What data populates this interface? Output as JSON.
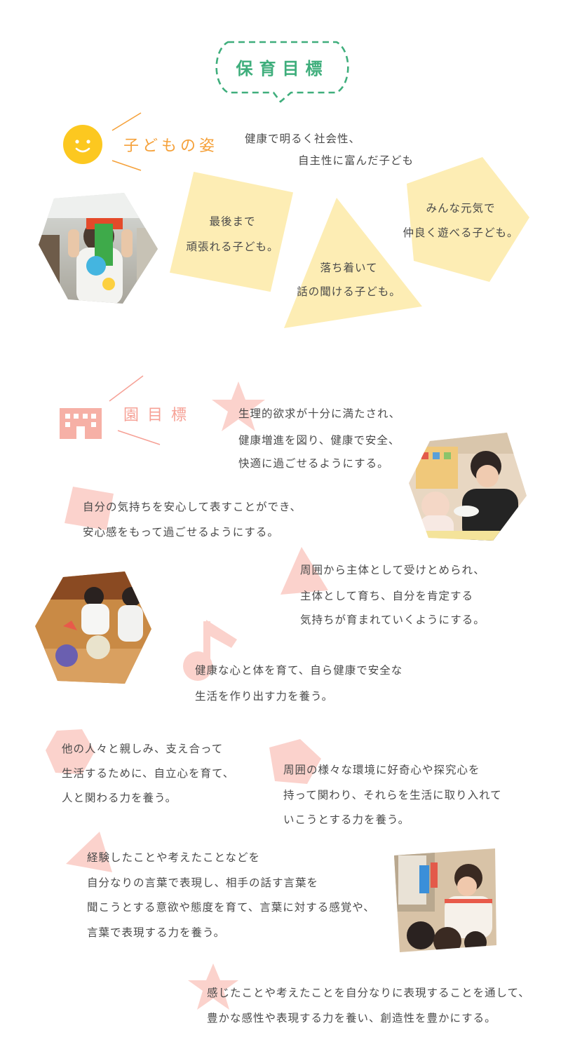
{
  "header": {
    "title": "保育目標"
  },
  "children_section": {
    "heading": "子どもの姿",
    "intro": [
      "健康で明るく社会性、",
      "自主性に富んだ子ども"
    ],
    "shapes": [
      {
        "lines": [
          "最後まで",
          "頑張れる子ども。"
        ]
      },
      {
        "lines": [
          "落ち着いて",
          "話の聞ける子ども。"
        ]
      },
      {
        "lines": [
          "みんな元気で",
          "仲良く遊べる子ども。"
        ]
      }
    ]
  },
  "goals_section": {
    "heading": "園目標",
    "goals": [
      {
        "lines": [
          "生理的欲求が十分に満たされ、",
          "健康増進を図り、健康で安全、",
          "快適に過ごせるようにする。"
        ]
      },
      {
        "lines": [
          "自分の気持ちを安心して表すことができ、",
          "安心感をもって過ごせるようにする。"
        ]
      },
      {
        "lines": [
          "周囲から主体として受けとめられ、",
          "主体として育ち、自分を肯定する",
          "気持ちが育まれていくようにする。"
        ]
      },
      {
        "lines": [
          "健康な心と体を育て、自ら健康で安全な",
          "生活を作り出す力を養う。"
        ]
      },
      {
        "lines": [
          "他の人々と親しみ、支え合って",
          "生活するために、自立心を育て、",
          "人と関わる力を養う。"
        ]
      },
      {
        "lines": [
          "周囲の様々な環境に好奇心や探究心を",
          "持って関わり、それらを生活に取り入れて",
          "いこうとする力を養う。"
        ]
      },
      {
        "lines": [
          "経験したことや考えたことなどを",
          "自分なりの言葉で表現し、相手の話す言葉を",
          "聞こうとする意欲や態度を育て、言葉に対する感覚や、",
          "言葉で表現する力を養う。"
        ]
      },
      {
        "lines": [
          "感じたことや考えたことを自分なりに表現することを通して、",
          "豊かな感性や表現する力を養い、創造性を豊かにする。"
        ]
      }
    ]
  },
  "colors": {
    "title_green": "#3fae7c",
    "heading_orange": "#f5a13a",
    "sun_yellow": "#fcc820",
    "shape_yellow": "#fdedb4",
    "accent_pink": "#fbd2cc",
    "heading_pink": "#f6a196",
    "building_pink": "#f6b0a6"
  },
  "icons": [
    "sun-smile-icon",
    "building-icon"
  ]
}
